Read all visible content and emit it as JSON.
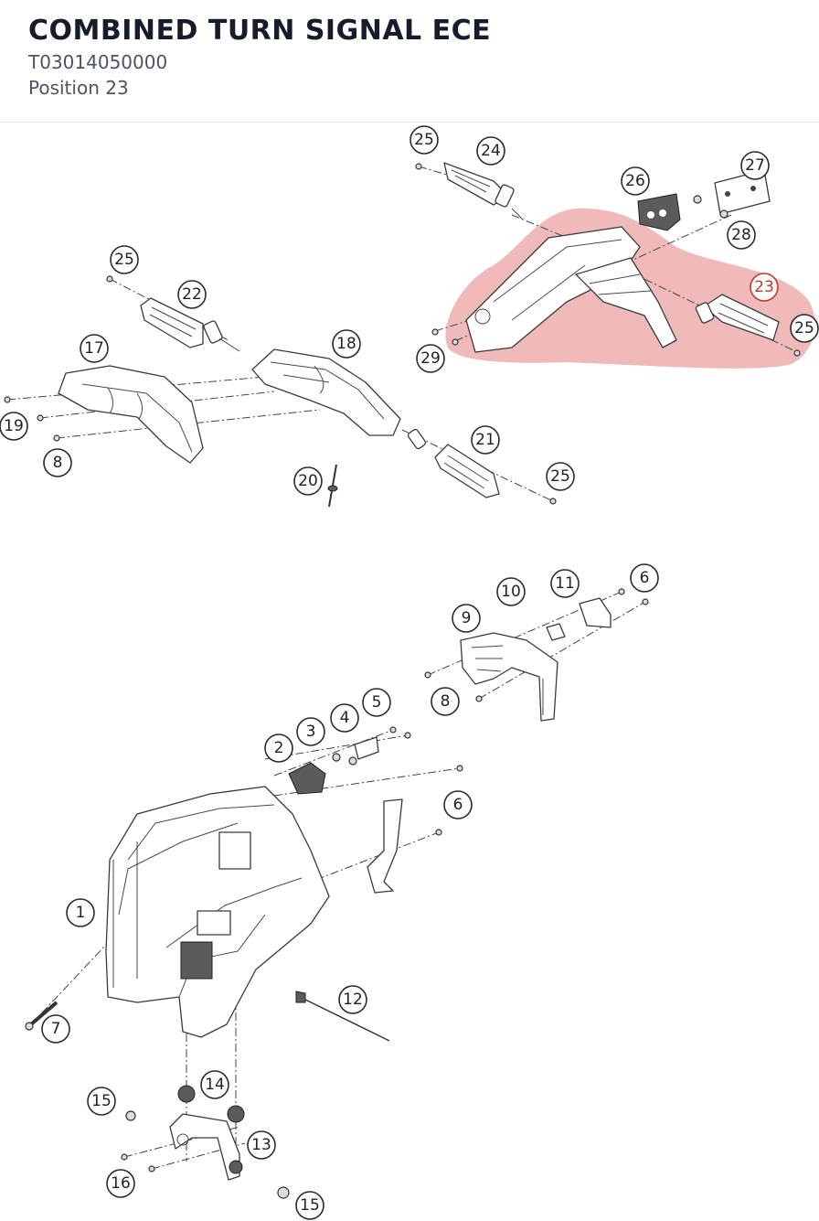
{
  "header": {
    "title": "COMBINED TURN SIGNAL ECE",
    "part_number": "T03014050000",
    "position": "Position 23"
  },
  "diagram": {
    "highlight_color": "#e06666",
    "highlighted_position": "23",
    "callouts": [
      "25",
      "24",
      "26",
      "27",
      "28",
      "23",
      "25",
      "29",
      "25",
      "22",
      "18",
      "17",
      "19",
      "8",
      "21",
      "25",
      "20",
      "10",
      "11",
      "6",
      "9",
      "8",
      "5",
      "4",
      "3",
      "2",
      "6",
      "1",
      "12",
      "7",
      "15",
      "14",
      "13",
      "16",
      "15"
    ]
  }
}
